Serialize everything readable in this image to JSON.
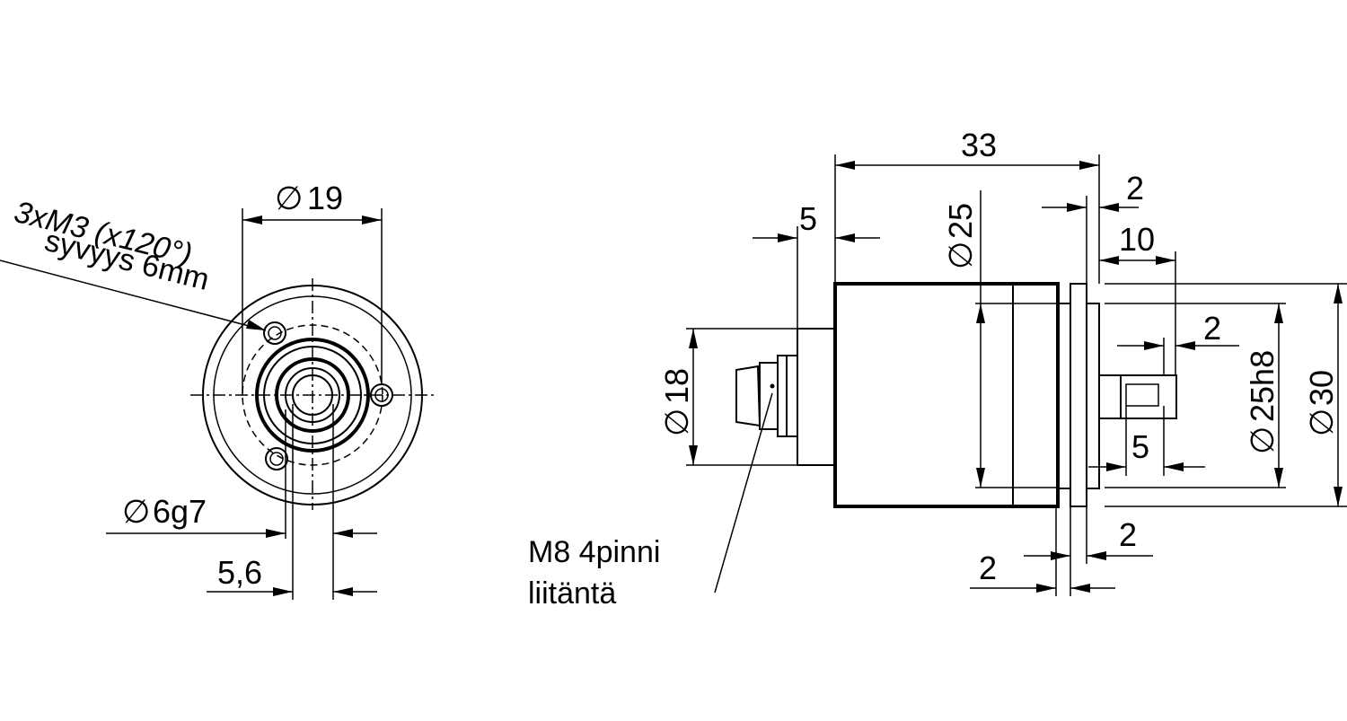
{
  "front_view": {
    "hole_note_line1": "3xM3 (x120°)",
    "hole_note_line2": "syvyys 6mm",
    "dim_d19": "19",
    "dim_d6g7": "6g7",
    "dim_5_6": "5,6"
  },
  "side_view": {
    "dim_33": "33",
    "dim_5_flange": "5",
    "dim_d25": "25",
    "dim_2_top": "2",
    "dim_10": "10",
    "dim_2_key": "2",
    "dim_d18": "18",
    "dim_d25h8": "25h8",
    "dim_d30": "30",
    "dim_5_key": "5",
    "dim_2_bottom_right": "2",
    "dim_2_bottom_left": "2",
    "connector_note_line1": "M8 4pinni",
    "connector_note_line2": "liitäntä"
  },
  "symbols": {
    "diameter": "∅"
  }
}
